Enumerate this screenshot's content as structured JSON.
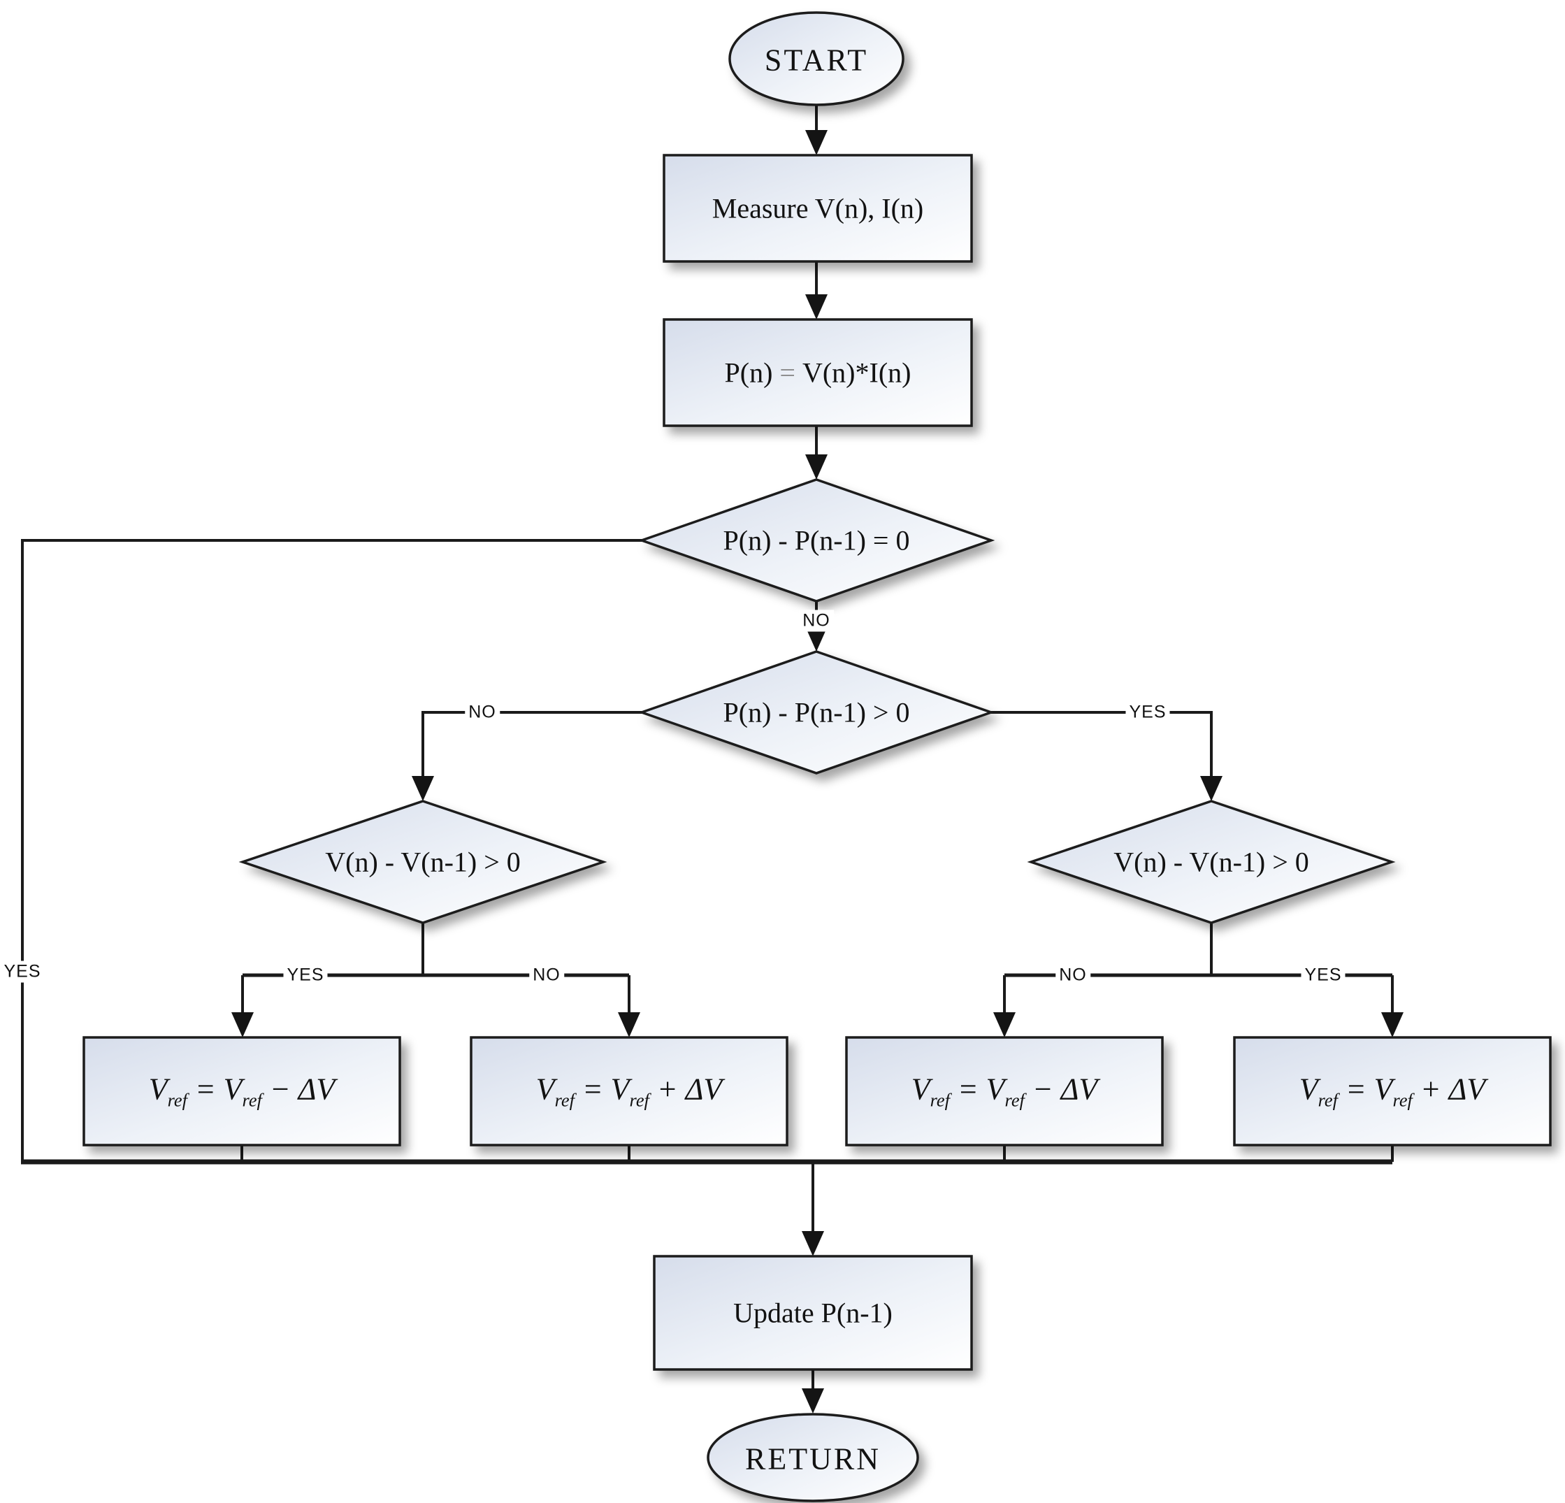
{
  "diagram": {
    "type": "flowchart",
    "colors": {
      "line": "#1a1a1a",
      "shape_fill_top": "#d6ddeb",
      "shape_fill_bottom": "#ffffff",
      "text": "#121212",
      "muted_equals": "#8f8f8f",
      "background": "#ffffff"
    },
    "nodes": {
      "start": "START",
      "measure": "Measure V(n), I(n)",
      "power": {
        "lhs": "P(n)",
        "eq": "=",
        "rhs": "V(n)*I(n)"
      },
      "decision_dp_zero": "P(n) - P(n-1) = 0",
      "decision_dp_pos": "P(n) - P(n-1) > 0",
      "decision_dv_left": "V(n) - V(n-1) > 0",
      "decision_dv_right": "V(n) - V(n-1) > 0",
      "vref_dec_left": "V_{ref} = V_{ref} − ΔV",
      "vref_inc_left": "V_{ref} = V_{ref} + ΔV",
      "vref_dec_right": "V_{ref} = V_{ref} − ΔV",
      "vref_inc_right": "V_{ref} = V_{ref} + ΔV",
      "update": "Update P(n-1)",
      "return": "RETURN"
    },
    "edge_labels": {
      "dp_zero_yes": "YES",
      "dp_zero_no": "NO",
      "dp_pos_no": "NO",
      "dp_pos_yes": "YES",
      "dv_left_yes": "YES",
      "dv_left_no": "NO",
      "dv_right_no": "NO",
      "dv_right_yes": "YES"
    }
  }
}
